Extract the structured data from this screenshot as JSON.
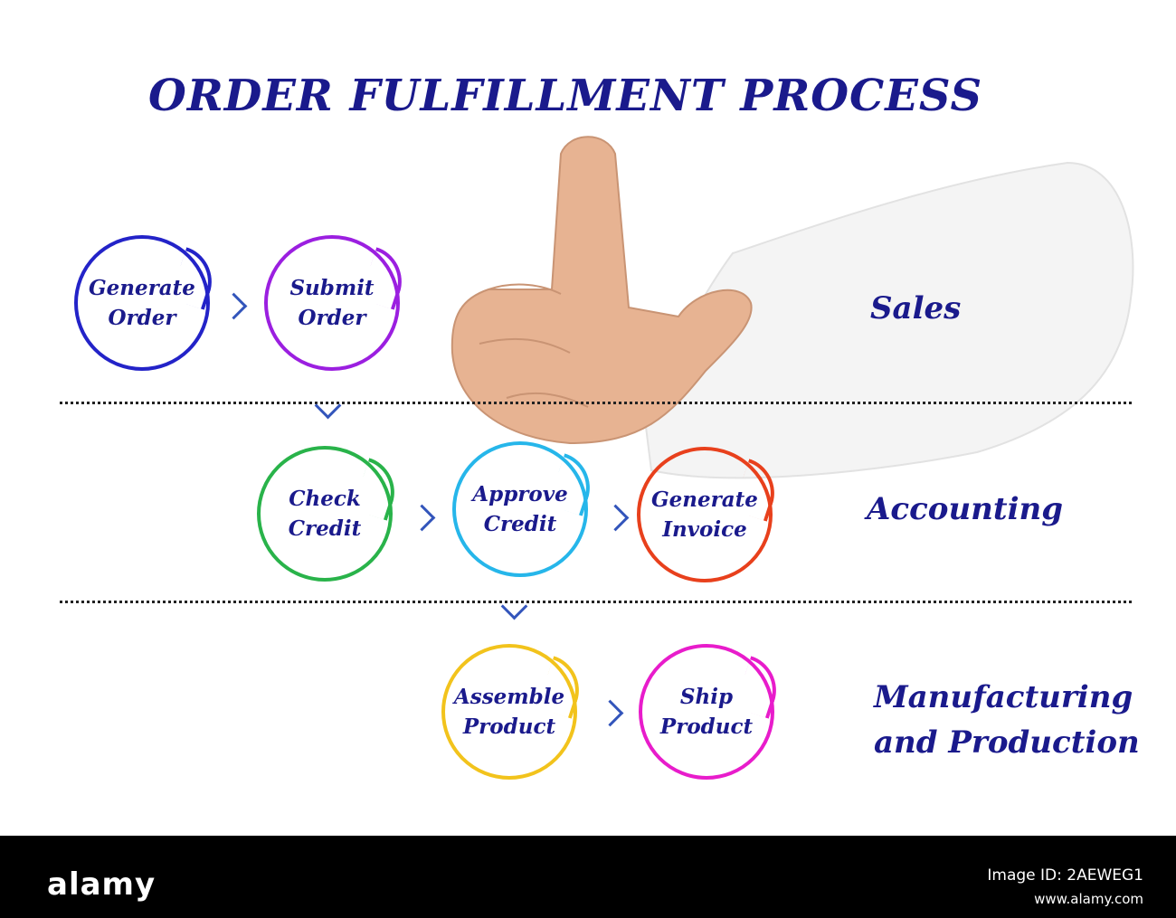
{
  "title": "ORDER FULFILLMENT PROCESS",
  "lanes": {
    "sales": "Sales",
    "accounting": "Accounting",
    "manufacturing": "Manufacturing\nand Production"
  },
  "nodes": {
    "generate_order": {
      "label": "Generate\nOrder",
      "color": "#2323c8"
    },
    "submit_order": {
      "label": "Submit\nOrder",
      "color": "#9b1fe0"
    },
    "check_credit": {
      "label": "Check\nCredit",
      "color": "#29b34a"
    },
    "approve_credit": {
      "label": "Approve\nCredit",
      "color": "#26b6ea"
    },
    "generate_invoice": {
      "label": "Generate\nInvoice",
      "color": "#e8401c"
    },
    "assemble_product": {
      "label": "Assemble\nProduct",
      "color": "#f2c31c"
    },
    "ship_product": {
      "label": "Ship\nProduct",
      "color": "#e81ccb"
    }
  },
  "icons": {
    "arrow": "chevron-arrow-icon",
    "hand": "pointing-hand"
  },
  "footer": {
    "brand": "alamy",
    "image_id": "Image ID: 2AEWEG1",
    "url": "www.alamy.com"
  }
}
